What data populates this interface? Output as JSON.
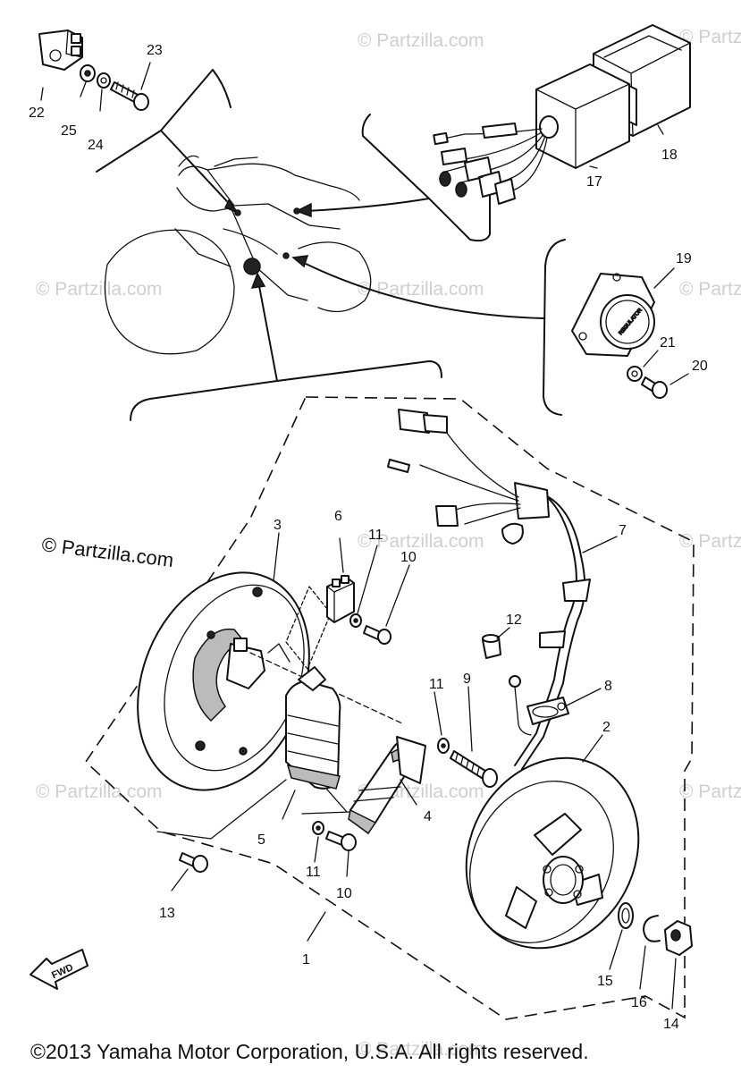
{
  "watermark": "© Partzilla.com",
  "watermark_main": "© Partzilla.com",
  "copyright": "©2013 Yamaha Motor Corporation, U.S.A. All rights reserved.",
  "fwd_label": "FWD",
  "callouts": {
    "c1": "1",
    "c2": "2",
    "c3": "3",
    "c4": "4",
    "c5": "5",
    "c6": "6",
    "c7": "7",
    "c8": "8",
    "c9": "9",
    "c10a": "10",
    "c10b": "10",
    "c11a": "11",
    "c11b": "11",
    "c11c": "11",
    "c12": "12",
    "c13": "13",
    "c14": "14",
    "c15": "15",
    "c16": "16",
    "c17": "17",
    "c18": "18",
    "c19": "19",
    "c20": "20",
    "c21": "21",
    "c22": "22",
    "c23": "23",
    "c24": "24",
    "c25": "25"
  },
  "part_label_19": "REGULATOR"
}
